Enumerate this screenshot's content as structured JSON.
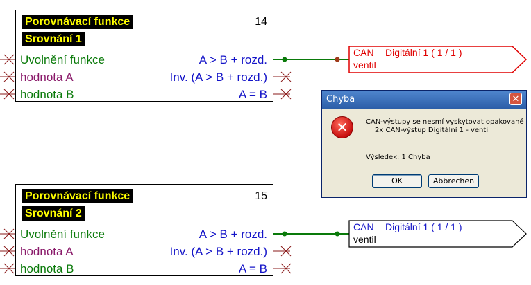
{
  "blocks": [
    {
      "title": "Porovnávací funkce",
      "subtitle": "Srovnání 1",
      "number": "14",
      "inputs": [
        "Uvolnění funkce",
        "hodnota A",
        "hodnota B"
      ],
      "outputs": [
        "A > B + rozd.",
        "Inv. (A > B + rozd.)",
        "A = B"
      ]
    },
    {
      "title": "Porovnávací funkce",
      "subtitle": "Srovnání 2",
      "number": "15",
      "inputs": [
        "Uvolnění funkce",
        "hodnota A",
        "hodnota B"
      ],
      "outputs": [
        "A > B + rozd.",
        "Inv. (A > B + rozd.)",
        "A = B"
      ]
    }
  ],
  "can_outputs": [
    {
      "type": "CAN",
      "name": "Digitální 1 ( 1 / 1 )",
      "label": "ventil",
      "status_color": "#e00000"
    },
    {
      "type": "CAN",
      "name": "Digitální 1 ( 1 / 1 )",
      "label": "ventil",
      "status_color": "#000000"
    }
  ],
  "dialog": {
    "title": "Chyba",
    "message_line1": "CAN-výstupy se nesmí vyskytovat opakovaně",
    "message_line2": "2x CAN-výstup Digitální 1 - ventil",
    "result": "Výsledek: 1 Chyba",
    "ok_label": "OK",
    "cancel_label": "Abbrechen",
    "close_glyph": "✕",
    "icon": "error-icon"
  },
  "colors": {
    "input_label_green": "#0a7a0a",
    "input_label_purple": "#8a1a6a",
    "output_label_blue": "#1414c8",
    "title_background": "#000000",
    "title_text": "#ffff00",
    "connection_line": "#0a7a0a",
    "error_red": "#e00000"
  }
}
